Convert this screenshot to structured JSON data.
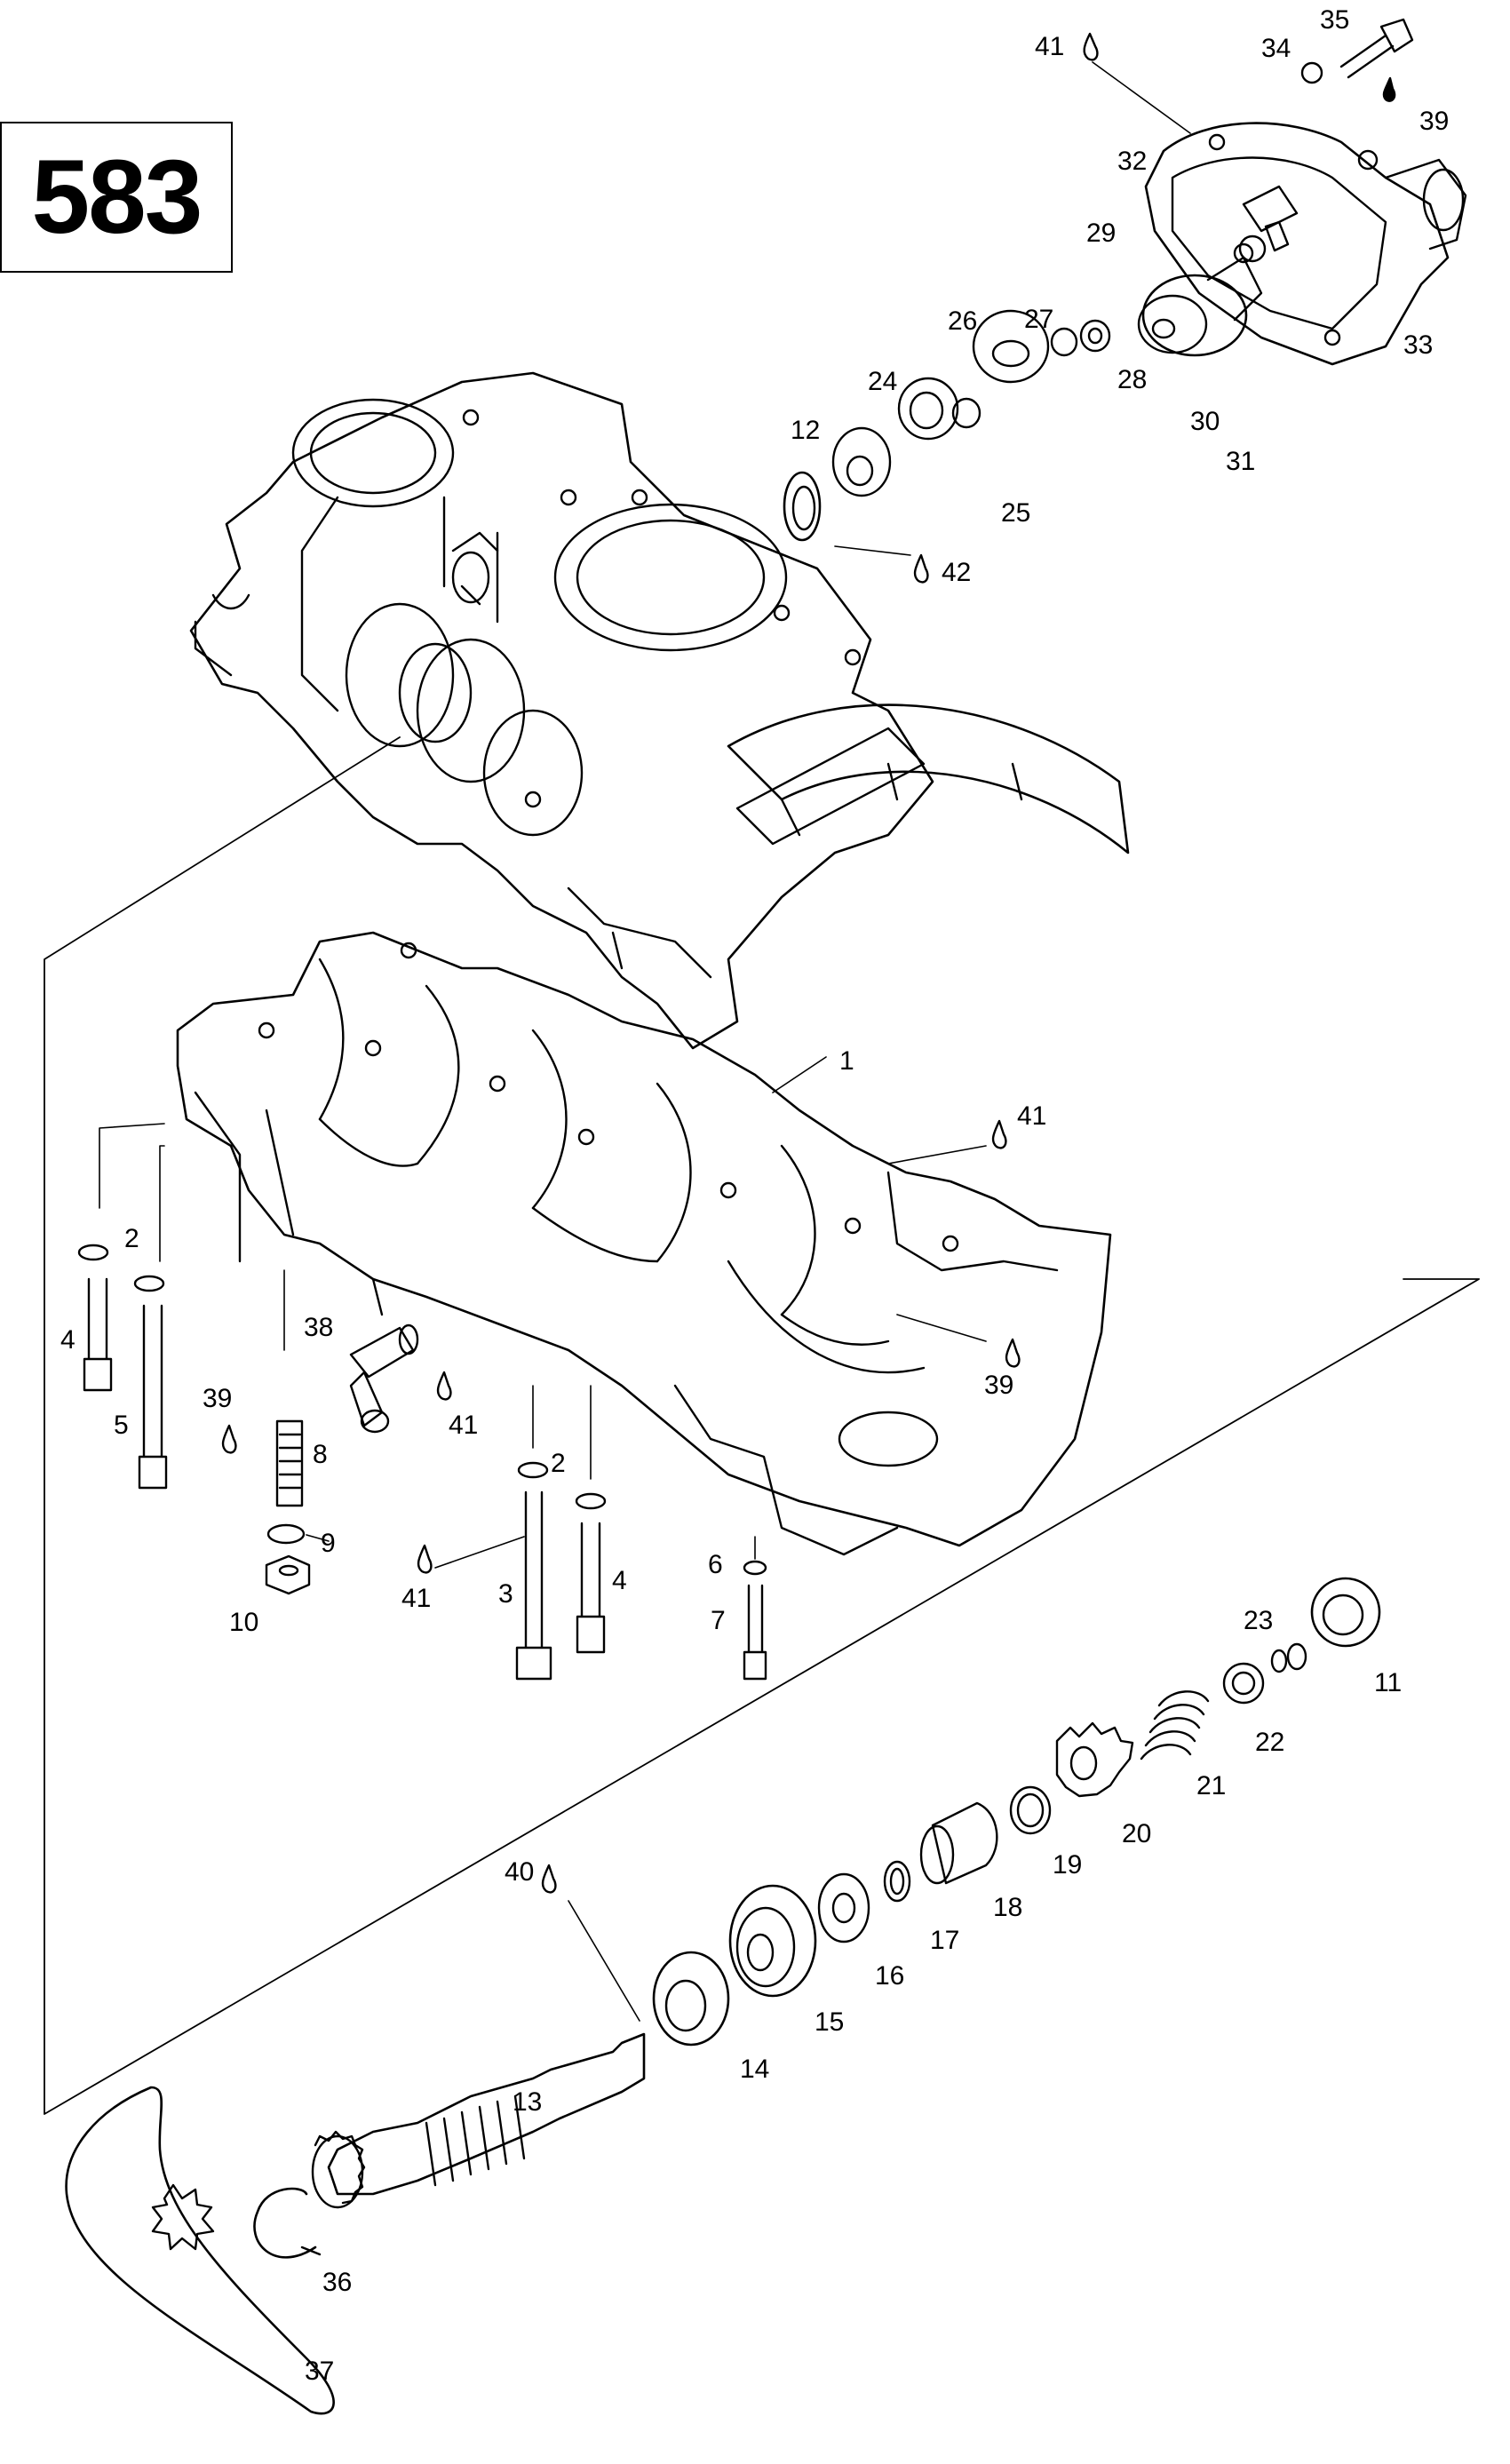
{
  "model_number": "583",
  "callouts": [
    {
      "id": "1",
      "label": "1"
    },
    {
      "id": "2a",
      "label": "2"
    },
    {
      "id": "2b",
      "label": "2"
    },
    {
      "id": "3",
      "label": "3"
    },
    {
      "id": "4a",
      "label": "4"
    },
    {
      "id": "4b",
      "label": "4"
    },
    {
      "id": "5",
      "label": "5"
    },
    {
      "id": "6",
      "label": "6"
    },
    {
      "id": "7",
      "label": "7"
    },
    {
      "id": "8",
      "label": "8"
    },
    {
      "id": "9",
      "label": "9"
    },
    {
      "id": "10",
      "label": "10"
    },
    {
      "id": "11",
      "label": "11"
    },
    {
      "id": "12",
      "label": "12"
    },
    {
      "id": "13",
      "label": "13"
    },
    {
      "id": "14",
      "label": "14"
    },
    {
      "id": "15",
      "label": "15"
    },
    {
      "id": "16",
      "label": "16"
    },
    {
      "id": "17",
      "label": "17"
    },
    {
      "id": "18",
      "label": "18"
    },
    {
      "id": "19",
      "label": "19"
    },
    {
      "id": "20",
      "label": "20"
    },
    {
      "id": "21",
      "label": "21"
    },
    {
      "id": "22",
      "label": "22"
    },
    {
      "id": "23",
      "label": "23"
    },
    {
      "id": "24",
      "label": "24"
    },
    {
      "id": "25",
      "label": "25"
    },
    {
      "id": "26",
      "label": "26"
    },
    {
      "id": "27",
      "label": "27"
    },
    {
      "id": "28",
      "label": "28"
    },
    {
      "id": "29",
      "label": "29"
    },
    {
      "id": "30",
      "label": "30"
    },
    {
      "id": "31",
      "label": "31"
    },
    {
      "id": "32",
      "label": "32"
    },
    {
      "id": "33",
      "label": "33"
    },
    {
      "id": "34",
      "label": "34"
    },
    {
      "id": "35",
      "label": "35"
    },
    {
      "id": "36",
      "label": "36"
    },
    {
      "id": "37",
      "label": "37"
    },
    {
      "id": "38",
      "label": "38"
    },
    {
      "id": "39a",
      "label": "39"
    },
    {
      "id": "39b",
      "label": "39"
    },
    {
      "id": "39c",
      "label": "39"
    },
    {
      "id": "40",
      "label": "40"
    },
    {
      "id": "41a",
      "label": "41"
    },
    {
      "id": "41b",
      "label": "41"
    },
    {
      "id": "41c",
      "label": "41"
    },
    {
      "id": "41d",
      "label": "41"
    },
    {
      "id": "42",
      "label": "42"
    }
  ],
  "colors": {
    "ink": "#000000",
    "paper": "#ffffff"
  }
}
